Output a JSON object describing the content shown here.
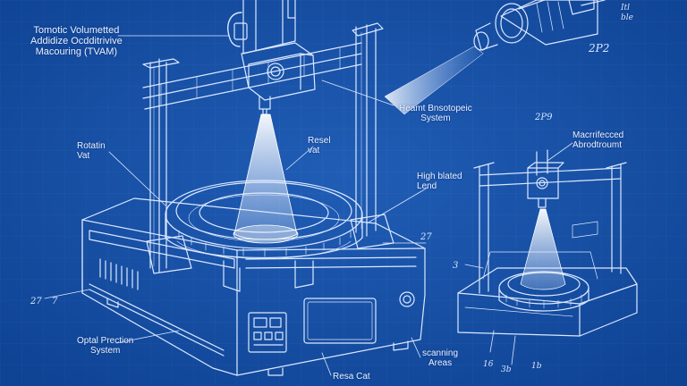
{
  "labels": {
    "title": "Tomotic Volumetted\nAddidize Ocdditrivive\nMacouring (TVAM)",
    "heat_system": "Heamt Bnsotopeic\nSystem",
    "rotatin_vat": "Rotatin\nVat",
    "resel_vat": "Resel\nvat",
    "high_blated_lend": "High blated\nLend",
    "micro_tag": "Macrrifecced\nAbrodtroumt",
    "optical_projection": "Optal Prection\nSystem",
    "scanning_areas": "scanning\nAreas",
    "resa_cat": "Resa Cat",
    "corner_tag": "Itl\nble"
  },
  "annotations": {
    "top_ref": "2P2",
    "mid_ref": "2P9",
    "tag_27": "27",
    "tag_3": "3",
    "left_27": "27",
    "left_7": "7",
    "bottom_16": "16",
    "bottom_3b": "3b",
    "bottom_1b": "1b"
  },
  "colors": {
    "background": "#1450a8",
    "line": "#dbe8ff",
    "glow": "#ffffff"
  }
}
